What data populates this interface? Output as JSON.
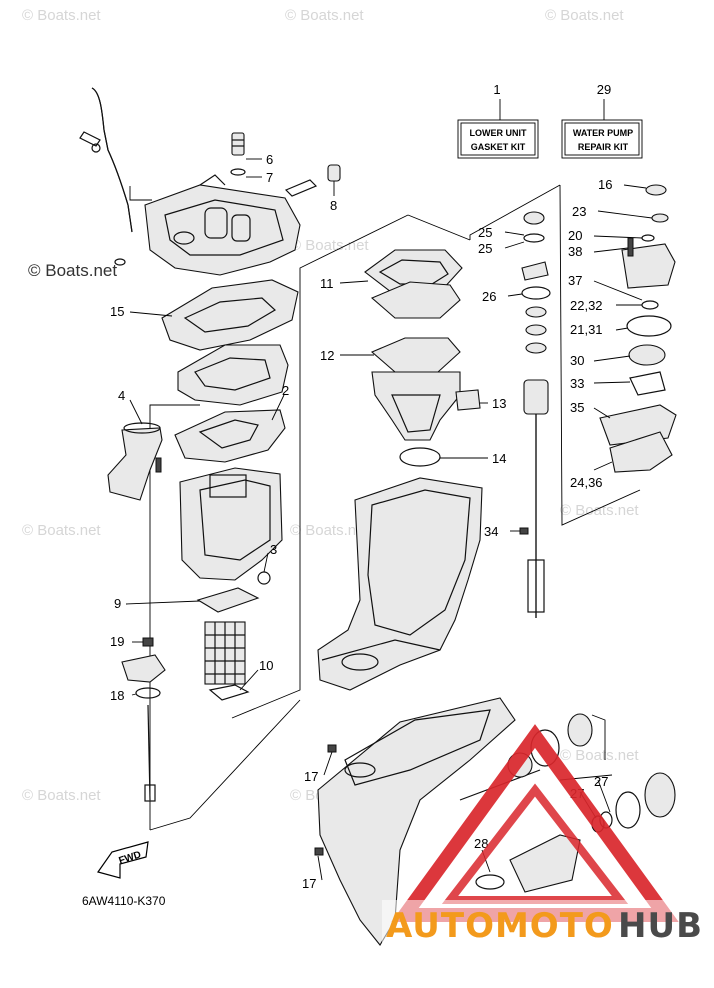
{
  "kits": {
    "lower_unit": {
      "number": "1",
      "line1": "LOWER UNIT",
      "line2": "GASKET KIT"
    },
    "water_pump": {
      "number": "29",
      "line1": "WATER PUMP",
      "line2": "REPAIR KIT"
    }
  },
  "callouts": {
    "c2": "2",
    "c3": "3",
    "c4": "4",
    "c6": "6",
    "c7": "7",
    "c8": "8",
    "c9": "9",
    "c10": "10",
    "c11": "11",
    "c12": "12",
    "c13": "13",
    "c14": "14",
    "c15": "15",
    "c16": "16",
    "c17a": "17",
    "c17b": "17",
    "c18": "18",
    "c19": "19",
    "c20": "20",
    "c21_31": "21,31",
    "c22_32": "22,32",
    "c23": "23",
    "c24_36": "24,36",
    "c25a": "25",
    "c25b": "25",
    "c26": "26",
    "c27a": "27",
    "c27b": "27",
    "c28": "28",
    "c30": "30",
    "c33": "33",
    "c34": "34",
    "c35": "35",
    "c37": "37",
    "c38": "38"
  },
  "fwd_label": "FWD",
  "diagram_code": "6AW4110-K370",
  "watermark": "© Boats.net",
  "brand": {
    "part1": "AUTOMOTO",
    "part2": "HUB",
    "accent_color": "#f39a1c",
    "triangle_color": "#d9262b"
  }
}
